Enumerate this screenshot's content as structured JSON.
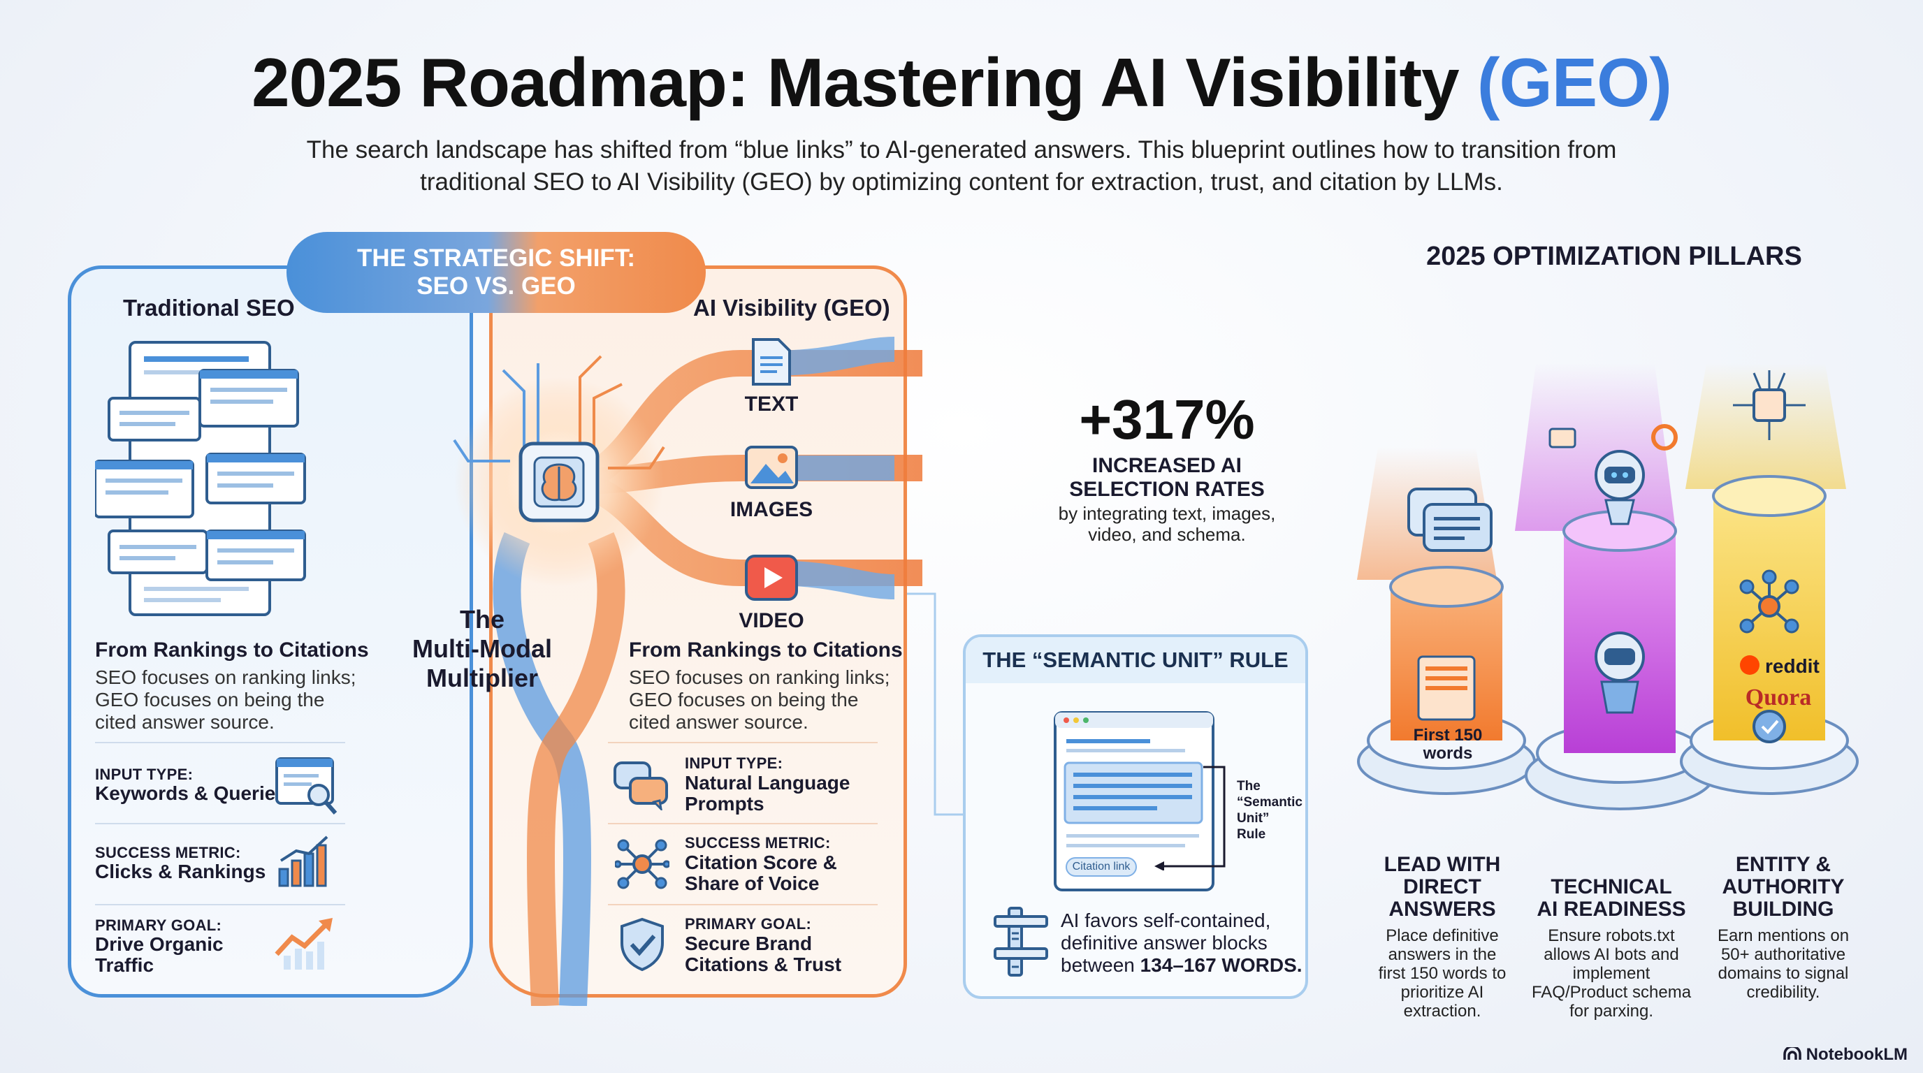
{
  "header": {
    "title_main": "2025 Roadmap: Mastering AI Visibility",
    "title_accent": "(GEO)",
    "subtitle_line1": "The search landscape has shifted from “blue links” to AI-generated answers. This blueprint outlines how to transition from",
    "subtitle_line2": "traditional SEO to AI Visibility (GEO) by optimizing content for extraction, trust, and citation by LLMs."
  },
  "shift": {
    "banner_line1": "THE STRATEGIC SHIFT:",
    "banner_line2": "SEO VS. GEO",
    "center_label_1": "The",
    "center_label_2": "Multi-Modal",
    "center_label_3": "Multiplier",
    "media": [
      "TEXT",
      "IMAGES",
      "VIDEO"
    ]
  },
  "seo": {
    "heading": "Traditional SEO",
    "block_title": "From Rankings to Citations",
    "block_text": [
      "SEO focuses on ranking links;",
      "GEO focuses on being the",
      "cited answer source."
    ],
    "rows": [
      {
        "label": "INPUT TYPE:",
        "value": [
          "Keywords & Queries"
        ]
      },
      {
        "label": "SUCCESS METRIC:",
        "value": [
          "Clicks & Rankings"
        ]
      },
      {
        "label": "PRIMARY GOAL:",
        "value": [
          "Drive Organic",
          "Traffic"
        ]
      }
    ]
  },
  "geo": {
    "heading": "AI Visibility (GEO)",
    "block_title": "From Rankings to Citations",
    "block_text": [
      "SEO focuses on ranking links;",
      "GEO focuses on being the",
      "cited answer source."
    ],
    "rows": [
      {
        "label": "INPUT TYPE:",
        "value": [
          "Natural Language",
          "Prompts"
        ]
      },
      {
        "label": "SUCCESS METRIC:",
        "value": [
          "Citation Score &",
          "Share of Voice"
        ]
      },
      {
        "label": "PRIMARY GOAL:",
        "value": [
          "Secure Brand",
          "Citations & Trust"
        ]
      }
    ]
  },
  "stat": {
    "value": "+317%",
    "heading_1": "INCREASED AI",
    "heading_2": "SELECTION RATES",
    "sub_1": "by integrating text, images,",
    "sub_2": "video, and schema."
  },
  "semantic": {
    "heading": "THE “SEMANTIC UNIT” RULE",
    "side_label": [
      "The",
      "“Semantic",
      "Unit”",
      "Rule"
    ],
    "citation_chip": "Citation link",
    "text_1": "AI favors self-contained,",
    "text_2": "definitive answer blocks",
    "text_3_pre": "between ",
    "text_3_bold": "134–167 WORDS."
  },
  "pillars": {
    "title": "2025 OPTIMIZATION PILLARS",
    "items": [
      {
        "title": [
          "LEAD WITH",
          "DIRECT",
          "ANSWERS"
        ],
        "text": [
          "Place definitive",
          "answers in the",
          "first 150 words to",
          "prioritize AI",
          "extraction."
        ],
        "badge": [
          "First 150",
          "words"
        ],
        "color": "#f4883e"
      },
      {
        "title": [
          "TECHNICAL",
          "AI READINESS"
        ],
        "text": [
          "Ensure robots.txt",
          "allows AI bots and",
          "implement",
          "FAQ/Product schema",
          "for parxing."
        ],
        "color": "#c94fe0"
      },
      {
        "title": [
          "ENTITY &",
          "AUTHORITY",
          "BUILDING"
        ],
        "text": [
          "Earn mentions on",
          "50+ authoritative",
          "domains to signal",
          "credibility."
        ],
        "brands": [
          "reddit",
          "Quora"
        ],
        "color": "#f2c737"
      }
    ]
  },
  "footer": {
    "brand": "NotebookLM"
  }
}
